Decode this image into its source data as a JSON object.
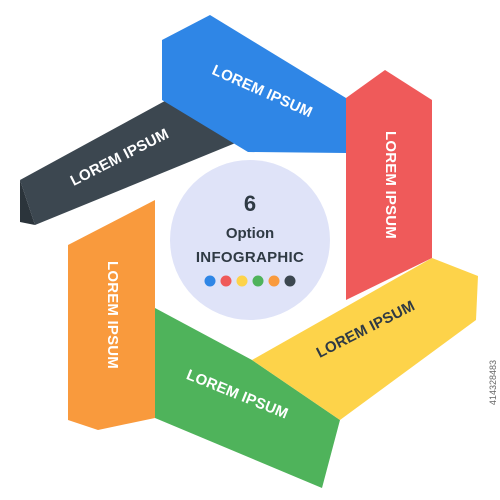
{
  "arms": [
    {
      "id": "blue",
      "label": "LOREM IPSUM",
      "color": "#2f86e6",
      "shade": "#1f6cc4",
      "text_color": "#ffffff"
    },
    {
      "id": "red",
      "label": "LOREM IPSUM",
      "color": "#ef5a5a",
      "shade": "#d64444",
      "text_color": "#ffffff"
    },
    {
      "id": "yellow",
      "label": "LOREM IPSUM",
      "color": "#fdd34a",
      "shade": "#e9b92a",
      "text_color": "#2f3a44"
    },
    {
      "id": "green",
      "label": "LOREM IPSUM",
      "color": "#4fb35b",
      "shade": "#3a9447",
      "text_color": "#ffffff"
    },
    {
      "id": "orange",
      "label": "LOREM IPSUM",
      "color": "#f99a3d",
      "shade": "#e5822a",
      "text_color": "#ffffff"
    },
    {
      "id": "dark",
      "label": "LOREM IPSUM",
      "color": "#3c4750",
      "shade": "#2b343b",
      "text_color": "#ffffff"
    }
  ],
  "center": {
    "number": "6",
    "subtitle": "Option",
    "title": "INFOGRAPHIC",
    "circle_color": "#dfe3f8",
    "dots": [
      "#2f86e6",
      "#ef5a5a",
      "#fdd34a",
      "#4fb35b",
      "#f99a3d",
      "#3c4750"
    ]
  },
  "stock_id": "414328483"
}
